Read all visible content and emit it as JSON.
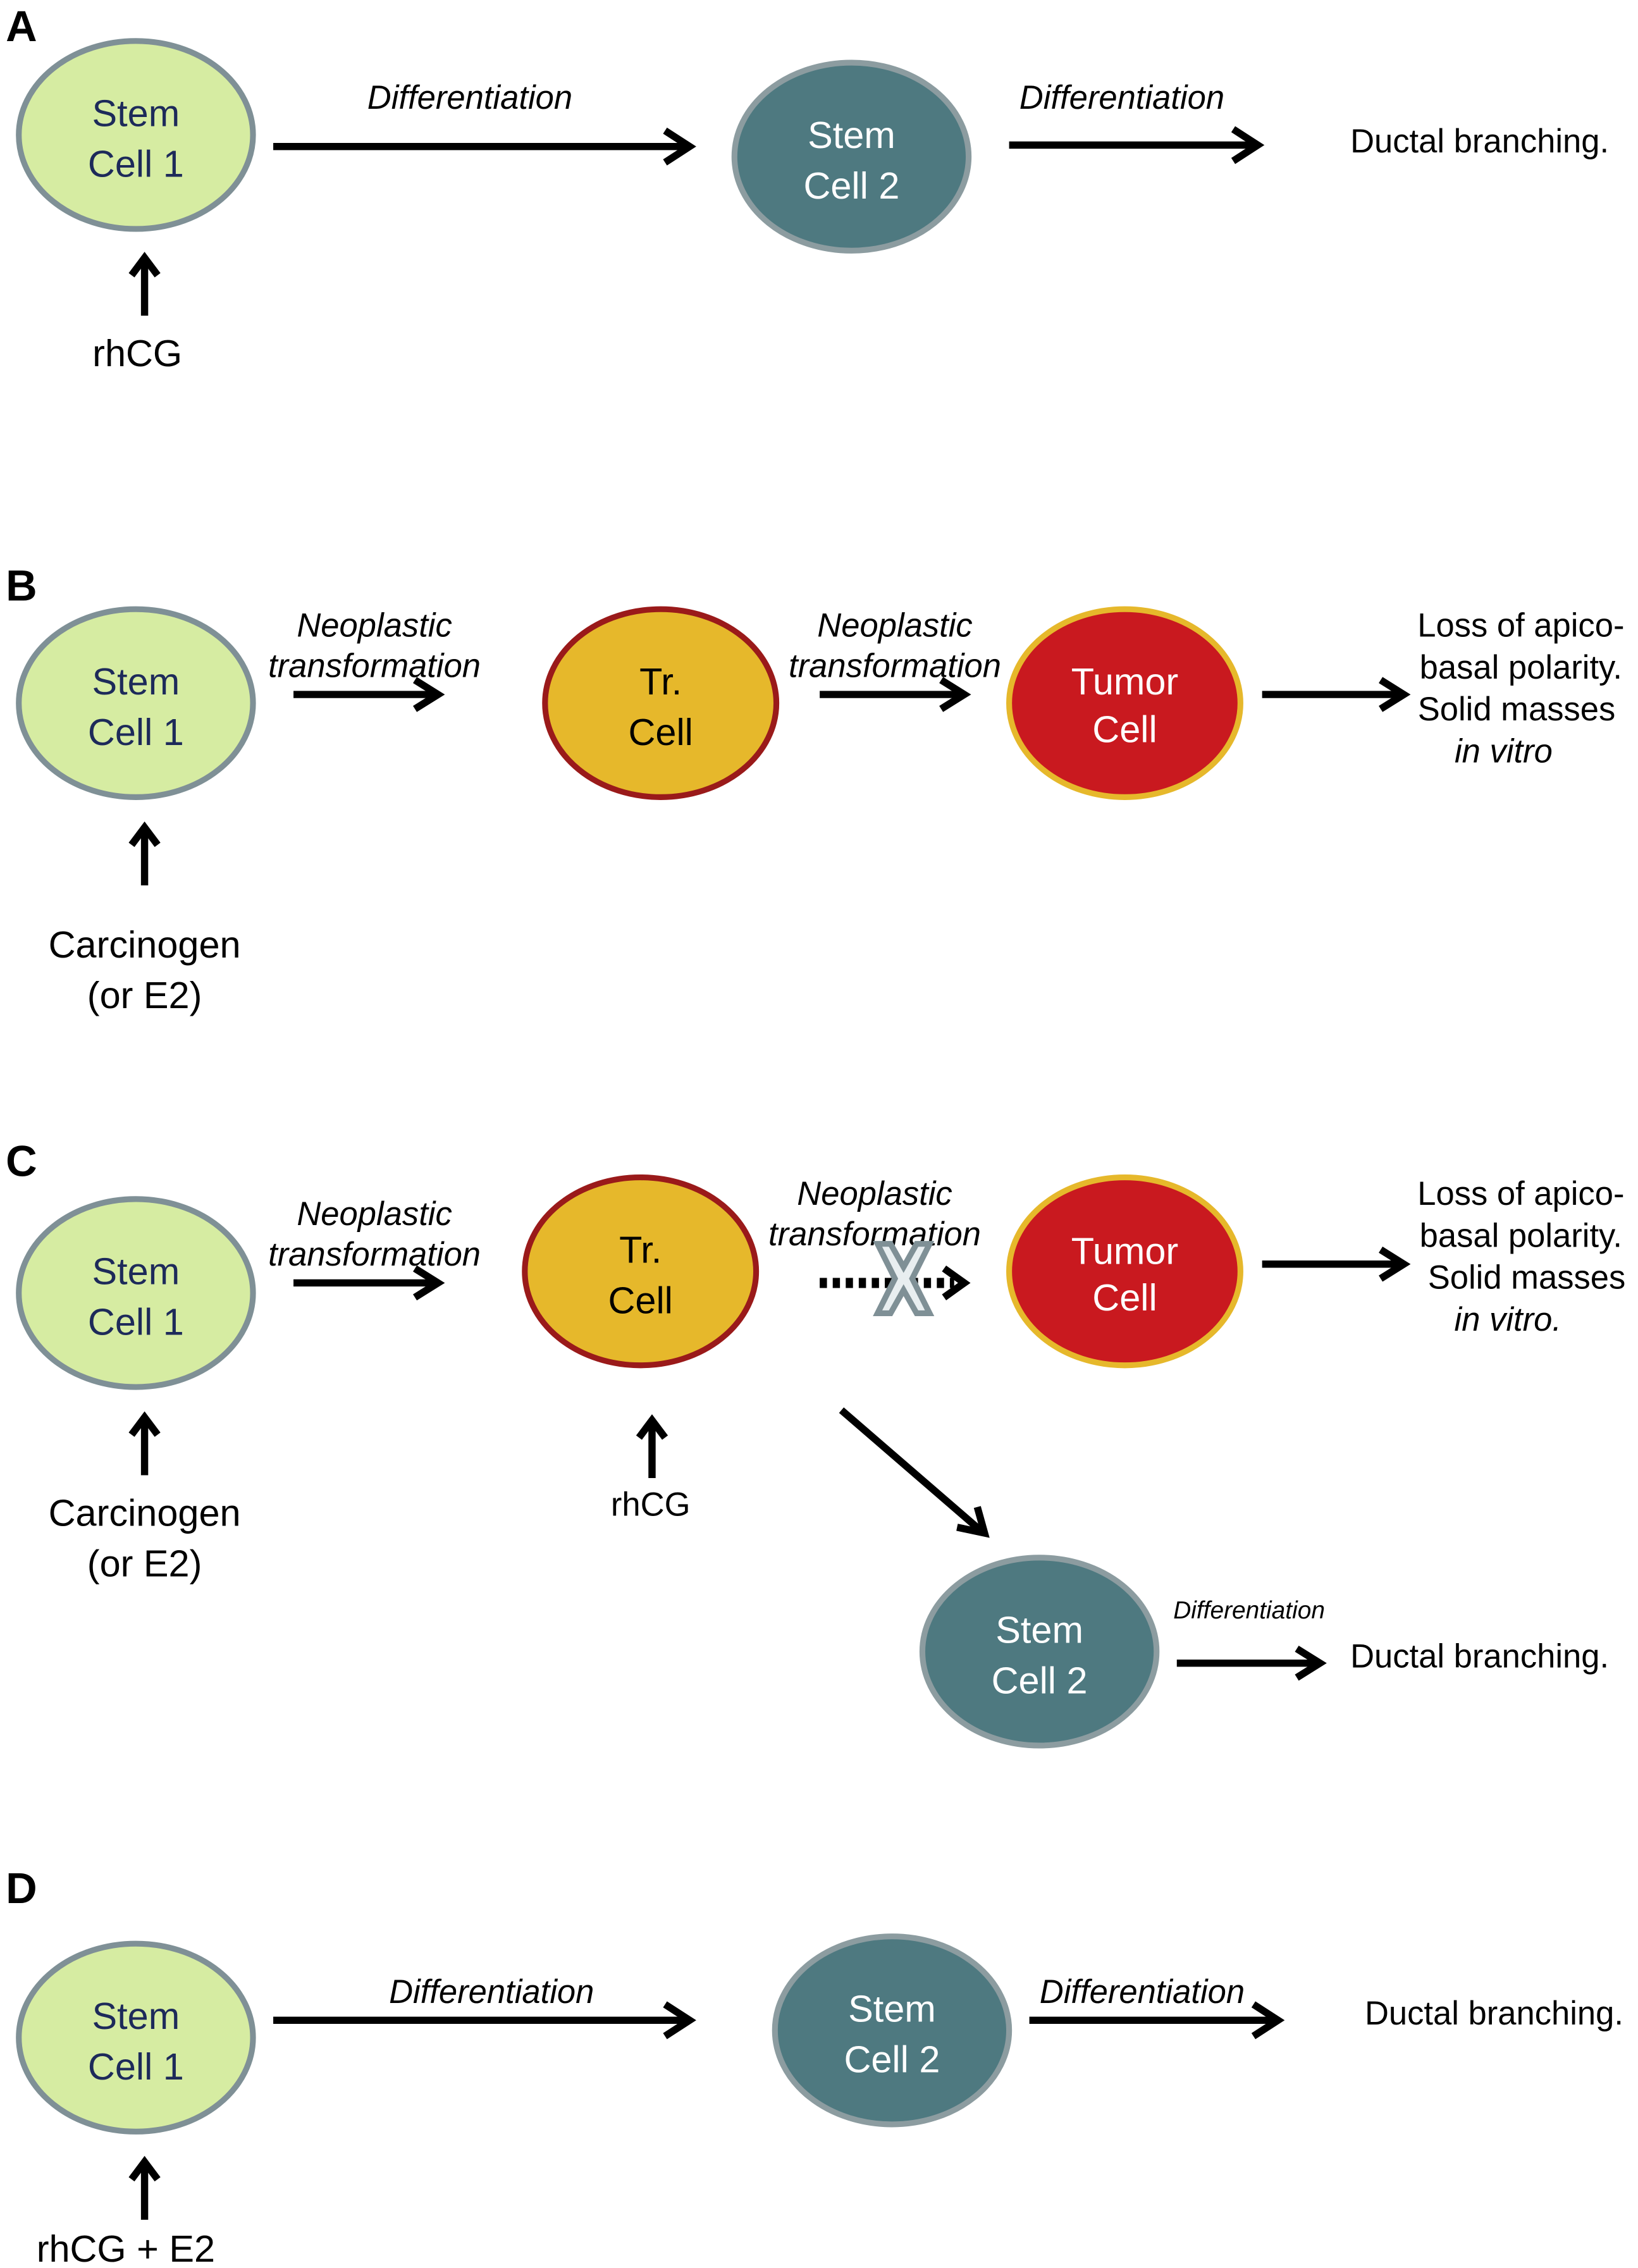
{
  "colors": {
    "stem_cell_1": "#d6eca2",
    "stem_cell_2": "#4e7980",
    "transformed_cell": "#e6b82b",
    "tumor_cell": "#c9191f"
  },
  "panel_a": {
    "label": "A",
    "stem1_line1": "Stem",
    "stem1_line2": "Cell 1",
    "stem2_line1": "Stem",
    "stem2_line2": "Cell 2",
    "arrow1": "Differentiation",
    "arrow2": "Differentiation",
    "input": "rhCG",
    "outcome": "Ductal branching."
  },
  "panel_b": {
    "label": "B",
    "stem1_line1": "Stem",
    "stem1_line2": "Cell 1",
    "tr_line1": "Tr.",
    "tr_line2": "Cell",
    "tumor_line1": "Tumor",
    "tumor_line2": "Cell",
    "arrow1_line1": "Neoplastic",
    "arrow1_line2": "transformation",
    "arrow2_line1": "Neoplastic",
    "arrow2_line2": "transformation",
    "input_line1": "Carcinogen",
    "input_line2": "(or E2)",
    "outcome_line1": "Loss of apico-",
    "outcome_line2": "basal polarity.",
    "outcome_line3": "Solid masses",
    "outcome_line4": "in vitro"
  },
  "panel_c": {
    "label": "C",
    "stem1_line1": "Stem",
    "stem1_line2": "Cell 1",
    "tr_line1": "Tr.",
    "tr_line2": "Cell",
    "tumor_line1": "Tumor",
    "tumor_line2": "Cell",
    "arrow1_line1": "Neoplastic",
    "arrow1_line2": "transformation",
    "arrow2_line1": "Neoplastic",
    "arrow2_line2": "transformation",
    "input_line1": "Carcinogen",
    "input_line2": "(or E2)",
    "tr_input": "rhCG",
    "outcome_line1": "Loss of apico-",
    "outcome_line2": "basal polarity.",
    "outcome_line3": "Solid masses",
    "outcome_line4": "in vitro.",
    "stem2_line1": "Stem",
    "stem2_line2": "Cell 2",
    "arrow3": "Differentiation",
    "outcome2": "Ductal branching."
  },
  "panel_d": {
    "label": "D",
    "stem1_line1": "Stem",
    "stem1_line2": "Cell 1",
    "stem2_line1": "Stem",
    "stem2_line2": "Cell 2",
    "arrow1": "Differentiation",
    "arrow2": "Differentiation",
    "input": "rhCG + E2",
    "outcome": "Ductal branching."
  }
}
